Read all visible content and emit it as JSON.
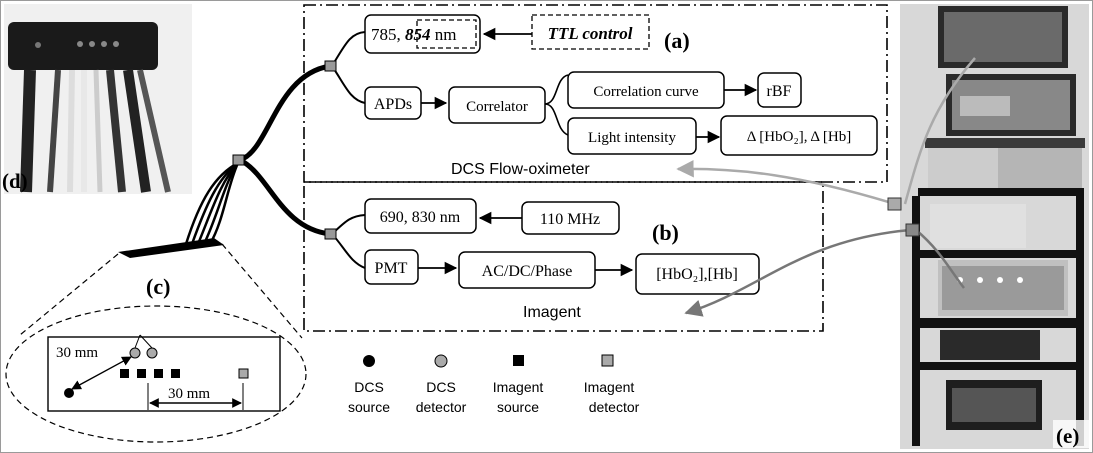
{
  "panels": {
    "a": "(a)",
    "b": "(b)",
    "c": "(c)",
    "d": "(d)",
    "e": "(e)"
  },
  "dcs": {
    "wavelengths_prefix": "785, ",
    "wavelength_highlight": "854",
    "wavelength_unit": " nm",
    "ttl": "TTL control",
    "apds": "APDs",
    "correlator": "Correlator",
    "correlation_curve": "Correlation curve",
    "rbf": "rBF",
    "light_intensity": "Light intensity",
    "delta_output": "Δ [HbO₂], Δ [Hb]",
    "title": "DCS Flow-oximeter"
  },
  "imagent": {
    "wavelengths": "690, 830 nm",
    "freq": "110 MHz",
    "pmt": "PMT",
    "acdc": "AC/DC/Phase",
    "output": "[HbO₂],[Hb]",
    "title": "Imagent"
  },
  "probe": {
    "dist_source_detector": "30 mm",
    "dist_imagent": "30 mm"
  },
  "legend": [
    {
      "symbol": "dcs-source",
      "line1": "DCS",
      "line2": "source"
    },
    {
      "symbol": "dcs-detector",
      "line1": "DCS",
      "line2": "detector"
    },
    {
      "symbol": "imagent-source",
      "line1": "Imagent",
      "line2": "source"
    },
    {
      "symbol": "imagent-detector",
      "line1": "Imagent",
      "line2": "detector"
    }
  ]
}
